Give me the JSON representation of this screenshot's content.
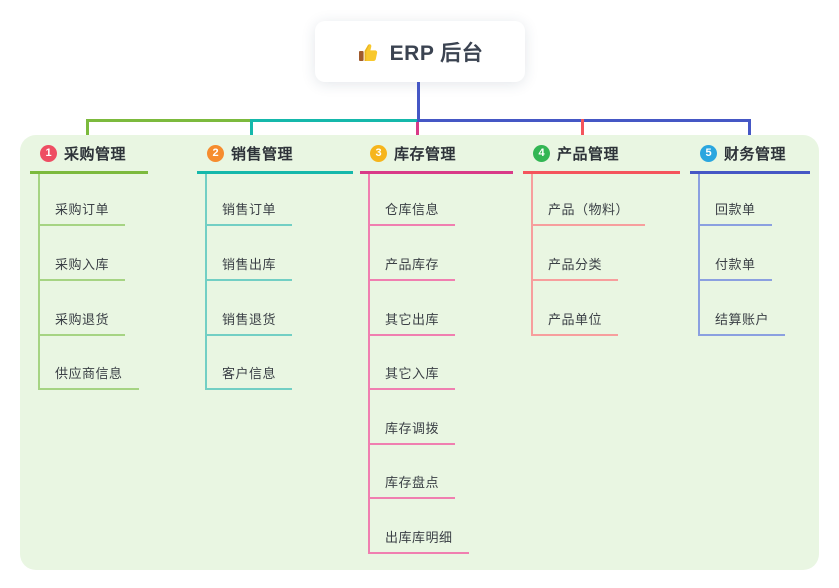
{
  "root": {
    "label": "ERP 后台",
    "icon": "thumbs-up-icon"
  },
  "colors": {
    "page_bg": "#ffffff",
    "panel_bg": "#e9f6e2",
    "root_line": "#4557c5",
    "text_dark": "#3b4351"
  },
  "branches": [
    {
      "number": "1",
      "label": "采购管理",
      "badge_color": "#ee4e63",
      "line_color": "#7cba3d",
      "light_color": "#a6d483",
      "children": [
        "采购订单",
        "采购入库",
        "采购退货",
        "供应商信息"
      ]
    },
    {
      "number": "2",
      "label": "销售管理",
      "badge_color": "#f68c2e",
      "line_color": "#15b8ab",
      "light_color": "#72cfc4",
      "children": [
        "销售订单",
        "销售出库",
        "销售退货",
        "客户信息"
      ]
    },
    {
      "number": "3",
      "label": "库存管理",
      "badge_color": "#f6b51c",
      "line_color": "#d93a88",
      "light_color": "#f07fb0",
      "children": [
        "仓库信息",
        "产品库存",
        "其它出库",
        "其它入库",
        "库存调拨",
        "库存盘点",
        "出库库明细"
      ]
    },
    {
      "number": "4",
      "label": "产品管理",
      "badge_color": "#33b654",
      "line_color": "#f4545c",
      "light_color": "#f79e9d",
      "children": [
        "产品（物料）",
        "产品分类",
        "产品单位"
      ]
    },
    {
      "number": "5",
      "label": "财务管理",
      "badge_color": "#2aa6df",
      "line_color": "#4557c5",
      "light_color": "#8ba0e0",
      "children": [
        "回款单",
        "付款单",
        "结算账户"
      ]
    }
  ]
}
